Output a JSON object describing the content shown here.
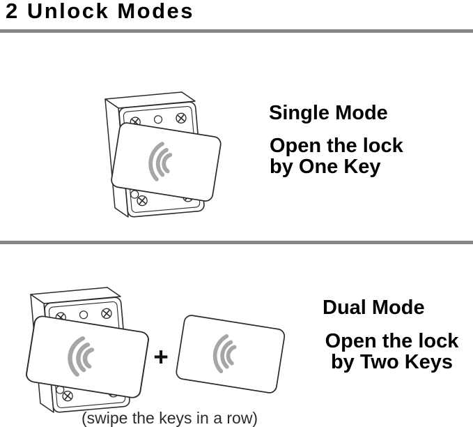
{
  "title": "2 Unlock Modes",
  "sections": [
    {
      "id": "single",
      "heading": "Single Mode",
      "description_line1": "Open the lock",
      "description_line2": "by One Key",
      "illustration_icons": [
        "lock-reader-box",
        "rfid-key-card",
        "rfid-signal-arcs"
      ]
    },
    {
      "id": "dual",
      "heading": "Dual Mode",
      "description_line1": "Open the lock",
      "description_line2": "by Two Keys",
      "plus_sign": "+",
      "caption": "(swipe the keys in a row)",
      "illustration_icons": [
        "lock-reader-box",
        "rfid-key-card",
        "rfid-signal-arcs",
        "plus-sign",
        "rfid-key-card"
      ]
    }
  ],
  "colors": {
    "text": "#000000",
    "line_art": "#2b2b2b",
    "signal_arcs": "#a6a6a6",
    "divider": "#868686",
    "background": "#ffffff"
  }
}
